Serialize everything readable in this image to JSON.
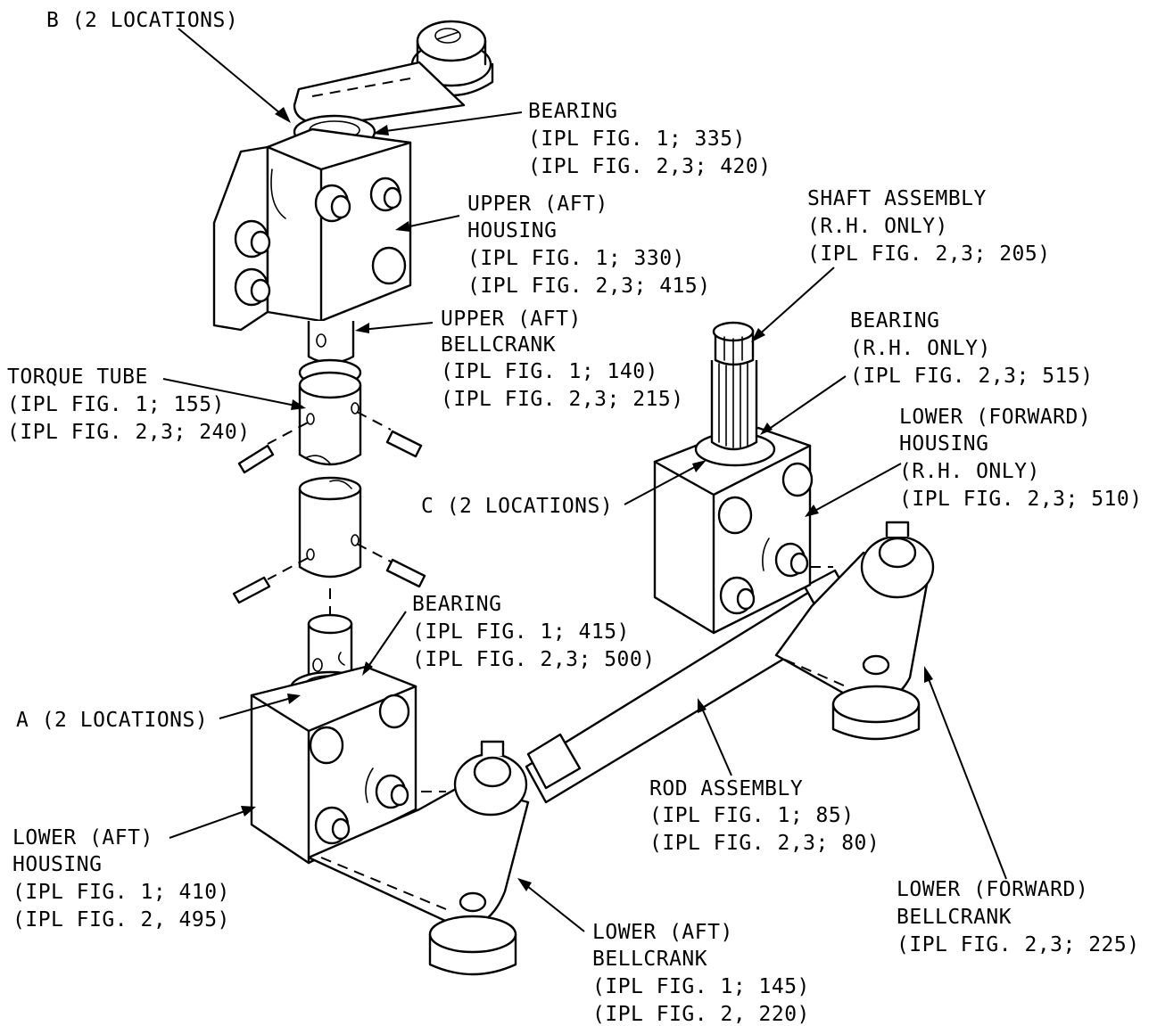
{
  "labels": {
    "b_locations": "B (2 LOCATIONS)",
    "bearing_top": [
      "BEARING",
      "(IPL FIG. 1; 335)",
      "(IPL FIG. 2,3; 420)"
    ],
    "upper_aft_housing": [
      "UPPER (AFT)",
      "HOUSING",
      "(IPL FIG. 1; 330)",
      "(IPL FIG. 2,3; 415)"
    ],
    "shaft_assembly": [
      "SHAFT ASSEMBLY",
      "(R.H. ONLY)",
      "(IPL FIG. 2,3; 205)"
    ],
    "upper_aft_bellcrank": [
      "UPPER (AFT)",
      "BELLCRANK",
      "(IPL FIG. 1; 140)",
      "(IPL FIG. 2,3; 215)"
    ],
    "bearing_rh": [
      "BEARING",
      "(R.H. ONLY)",
      "(IPL FIG. 2,3; 515)"
    ],
    "torque_tube": [
      "TORQUE TUBE",
      "(IPL FIG. 1; 155)",
      "(IPL FIG. 2,3; 240)"
    ],
    "lower_forward_housing": [
      "LOWER (FORWARD)",
      "HOUSING",
      "(R.H. ONLY)",
      "(IPL FIG. 2,3; 510)"
    ],
    "c_locations": "C (2 LOCATIONS)",
    "bearing_lower": [
      "BEARING",
      "(IPL FIG. 1; 415)",
      "(IPL FIG. 2,3; 500)"
    ],
    "a_locations": "A (2 LOCATIONS)",
    "rod_assembly": [
      "ROD ASSEMBLY",
      "(IPL FIG. 1; 85)",
      "(IPL FIG. 2,3; 80)"
    ],
    "lower_aft_housing": [
      "LOWER (AFT)",
      "HOUSING",
      "(IPL FIG. 1; 410)",
      "(IPL FIG. 2, 495)"
    ],
    "lower_forward_bellcrank": [
      "LOWER (FORWARD)",
      "BELLCRANK",
      "(IPL FIG. 2,3; 225)"
    ],
    "lower_aft_bellcrank": [
      "LOWER (AFT)",
      "BELLCRANK",
      "(IPL FIG. 1; 145)",
      "(IPL FIG. 2, 220)"
    ]
  }
}
